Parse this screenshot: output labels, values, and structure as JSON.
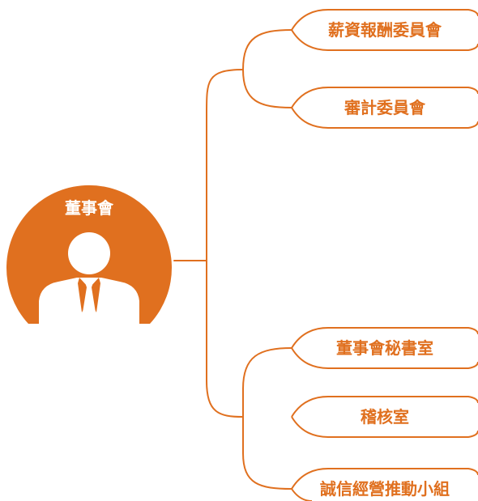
{
  "root": {
    "label": "董事會"
  },
  "branches": [
    {
      "children": [
        {
          "label": "薪資報酬委員會"
        },
        {
          "label": "審計委員會"
        }
      ]
    },
    {
      "children": [
        {
          "label": "董事會秘書室"
        },
        {
          "label": "稽核室"
        },
        {
          "label": "誠信經營推動小組"
        }
      ]
    }
  ],
  "colors": {
    "accent": "#e0701f",
    "background": "#ffffff",
    "icon": "#ffffff"
  },
  "icons": {
    "root_icon": "person-in-suit-icon"
  }
}
